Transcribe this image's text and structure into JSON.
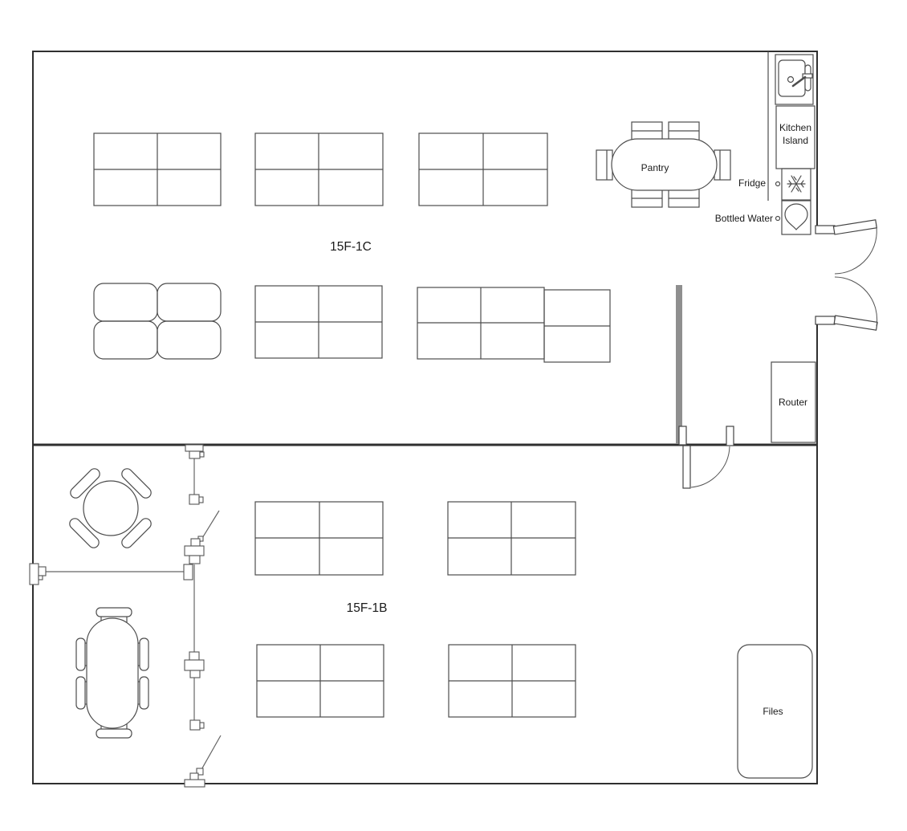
{
  "diagram": {
    "type": "office-floor-plan",
    "rooms": {
      "top": {
        "label": "15F-1C"
      },
      "bottom": {
        "label": "15F-1B"
      }
    },
    "pantry": {
      "label": "Pantry"
    },
    "kitchen": {
      "island_lines": [
        "Kitchen",
        "Island"
      ],
      "fridge_label": "Fridge",
      "bottled_water_label": "Bottled Water"
    },
    "equipment": {
      "router_label": "Router",
      "files_label": "Files"
    },
    "icons": {
      "fridge": "snowflake-icon",
      "bottled_water": "water-drop-icon",
      "sink": "sink-icon"
    },
    "colors": {
      "wall": "#2f2f2f",
      "furniture": "#4d4d4d",
      "gray_wall": "#8f8f8f",
      "text": "#1a1a1a",
      "background": "#ffffff"
    }
  }
}
